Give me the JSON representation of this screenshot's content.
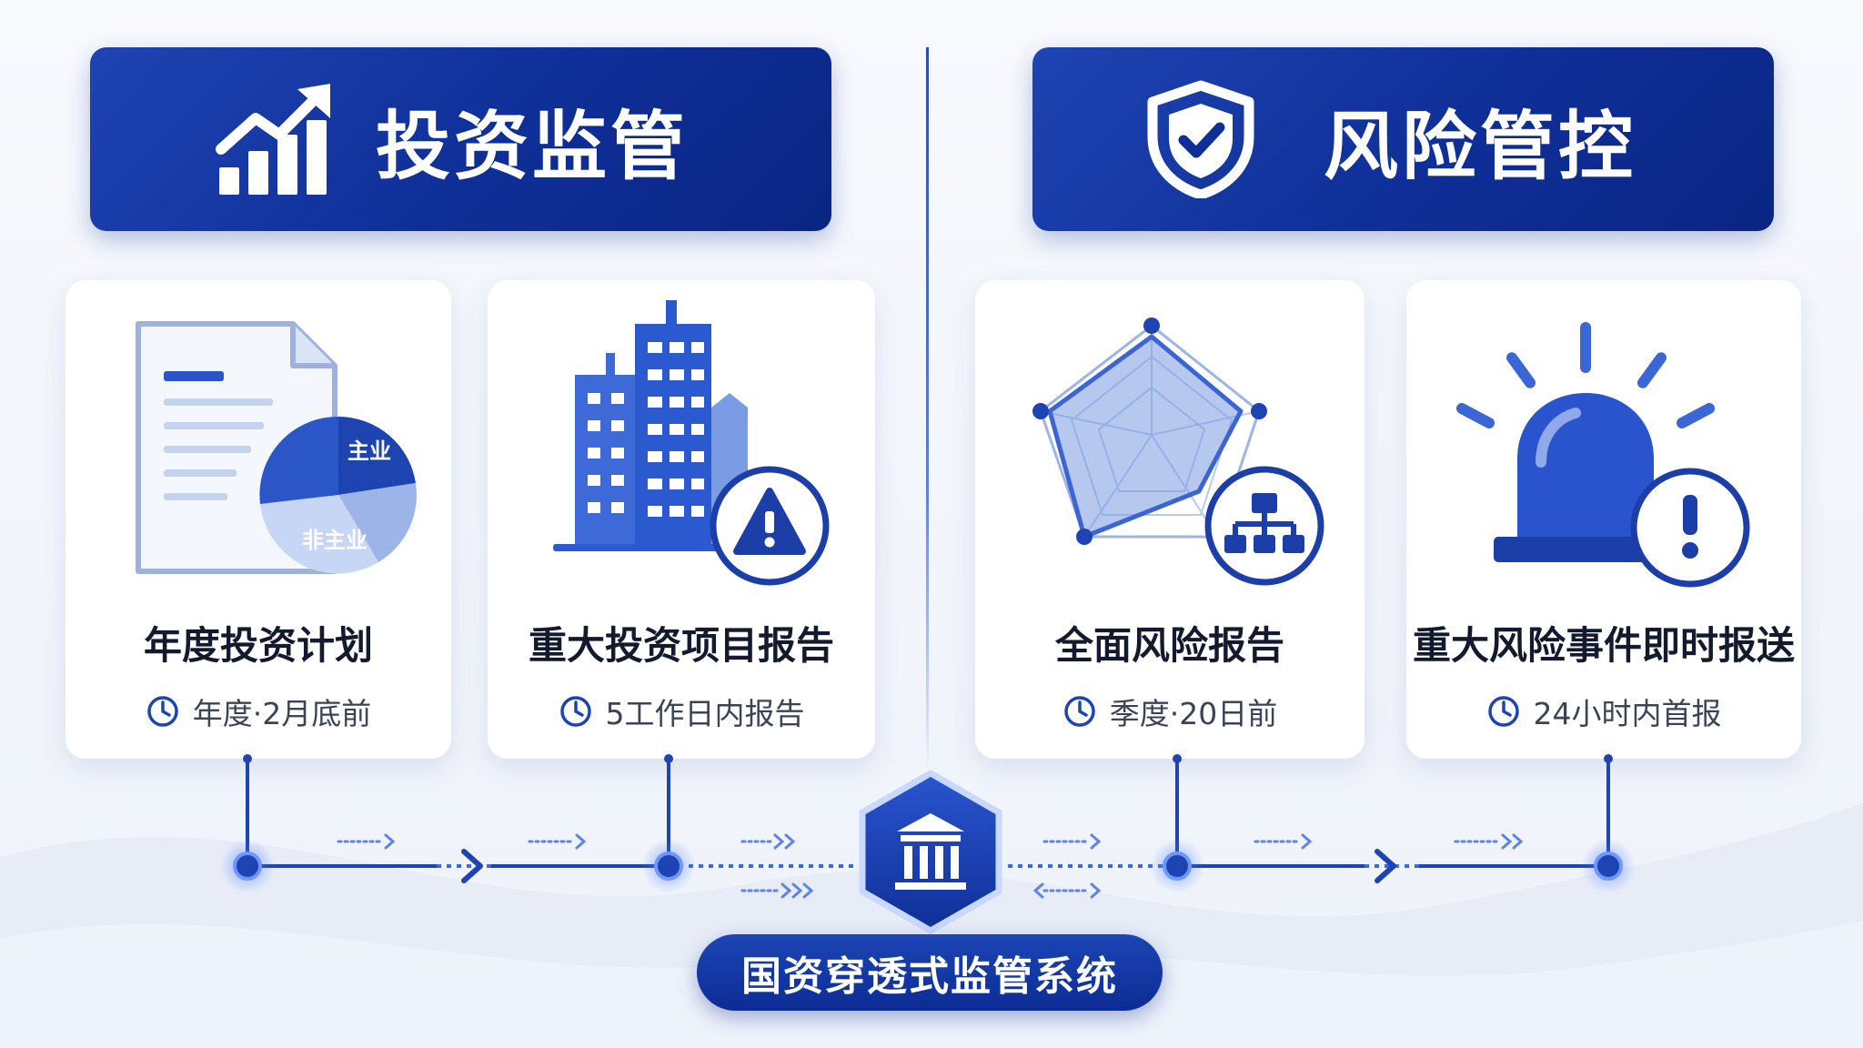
{
  "left_banner": {
    "title": "投资监管",
    "icon": "growth-chart-icon"
  },
  "right_banner": {
    "title": "风险管控",
    "icon": "shield-check-icon"
  },
  "cards": [
    {
      "title": "年度投资计划",
      "meta": "年度·2月底前",
      "icon": "document-pie-icon",
      "pie_labels": {
        "main": "主业",
        "non_main": "非主业"
      }
    },
    {
      "title": "重大投资项目报告",
      "meta": "5工作日内报告",
      "icon": "buildings-warning-icon"
    },
    {
      "title": "全面风险报告",
      "meta": "季度·20日前",
      "icon": "radar-hierarchy-icon"
    },
    {
      "title": "重大风险事件即时报送",
      "meta": "24小时内首报",
      "icon": "alarm-siren-icon"
    }
  ],
  "center": {
    "label": "国资穿透式监管系统",
    "icon": "institution-icon"
  },
  "colors": {
    "primary": "#1e44b3",
    "dark": "#0c2c93",
    "accent": "#3a6ae0",
    "light": "#c8d6f3"
  }
}
